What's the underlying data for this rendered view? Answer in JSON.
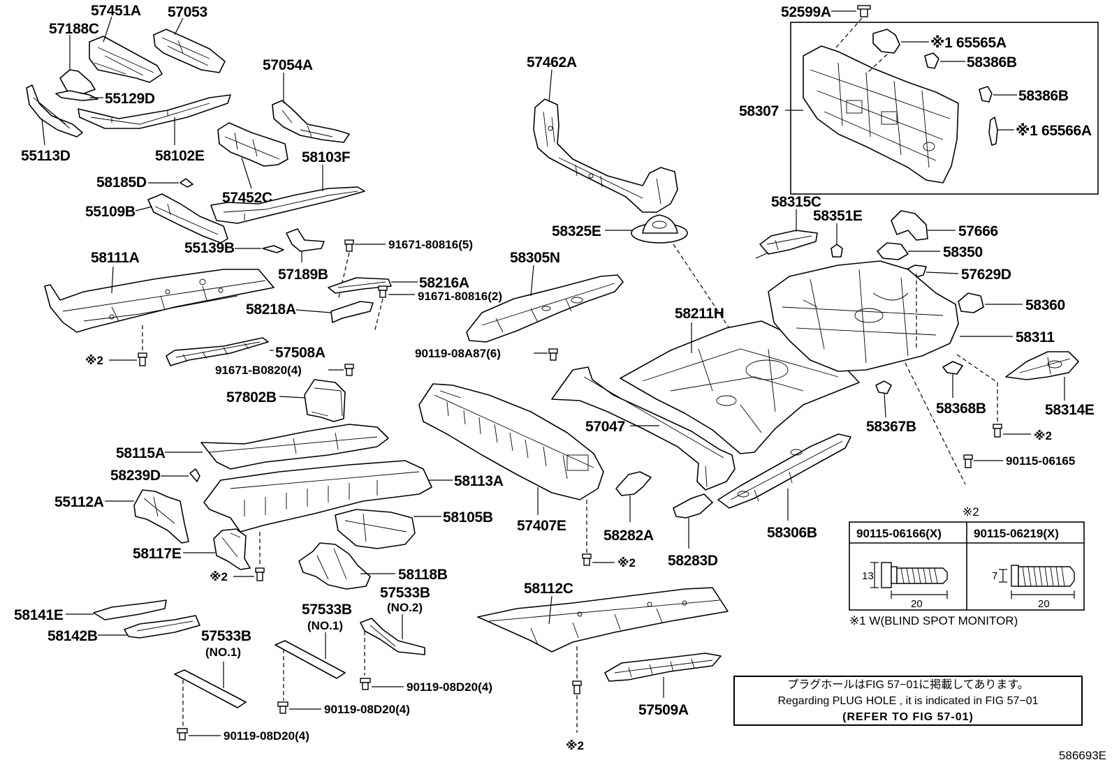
{
  "diagram": {
    "figure_code": "586693E",
    "parts": [
      {
        "id": "p57451A",
        "label": "57451A"
      },
      {
        "id": "p57053",
        "label": "57053"
      },
      {
        "id": "p57188C",
        "label": "57188C"
      },
      {
        "id": "p55129D",
        "label": "55129D"
      },
      {
        "id": "p55113D",
        "label": "55113D"
      },
      {
        "id": "p58102E",
        "label": "58102E"
      },
      {
        "id": "p57054A",
        "label": "57054A"
      },
      {
        "id": "p58103F",
        "label": "58103F"
      },
      {
        "id": "p57452C",
        "label": "57452C"
      },
      {
        "id": "p58185D",
        "label": "58185D"
      },
      {
        "id": "p55109B",
        "label": "55109B"
      },
      {
        "id": "p55139B",
        "label": "55139B"
      },
      {
        "id": "p57189B",
        "label": "57189B"
      },
      {
        "id": "p58111A",
        "label": "58111A"
      },
      {
        "id": "p91671a",
        "label": "91671-80816(5)"
      },
      {
        "id": "p58216A",
        "label": "58216A"
      },
      {
        "id": "p91671b",
        "label": "91671-80816(2)"
      },
      {
        "id": "p58218A",
        "label": "58218A"
      },
      {
        "id": "p57508A",
        "label": "57508A"
      },
      {
        "id": "p91671c",
        "label": "91671-B0820(4)"
      },
      {
        "id": "p57802B",
        "label": "57802B"
      },
      {
        "id": "p58115A",
        "label": "58115A"
      },
      {
        "id": "p58239D",
        "label": "58239D"
      },
      {
        "id": "p58113A",
        "label": "58113A"
      },
      {
        "id": "p55112A",
        "label": "55112A"
      },
      {
        "id": "p58105B",
        "label": "58105B"
      },
      {
        "id": "p58117E",
        "label": "58117E"
      },
      {
        "id": "p58118B",
        "label": "58118B"
      },
      {
        "id": "p58141E",
        "label": "58141E"
      },
      {
        "id": "p58142B",
        "label": "58142B"
      },
      {
        "id": "p57533B1",
        "label": "57533B"
      },
      {
        "id": "p57533B2",
        "label": "57533B"
      },
      {
        "id": "p57533B3",
        "label": "57533B"
      },
      {
        "id": "p90119a",
        "label": "90119-08D20(4)"
      },
      {
        "id": "p90119b",
        "label": "90119-08D20(4)"
      },
      {
        "id": "p90119c",
        "label": "90119-08D20(4)"
      },
      {
        "id": "p57462A",
        "label": "57462A"
      },
      {
        "id": "p58325E",
        "label": "58325E"
      },
      {
        "id": "p58305N",
        "label": "58305N"
      },
      {
        "id": "p90119d",
        "label": "90119-08A87(6)"
      },
      {
        "id": "p57407E",
        "label": "57407E"
      },
      {
        "id": "p58282A",
        "label": "58282A"
      },
      {
        "id": "p57047",
        "label": "57047"
      },
      {
        "id": "p58211H",
        "label": "58211H"
      },
      {
        "id": "p58283D",
        "label": "58283D"
      },
      {
        "id": "p58306B",
        "label": "58306B"
      },
      {
        "id": "p58112C",
        "label": "58112C"
      },
      {
        "id": "p57509A",
        "label": "57509A"
      },
      {
        "id": "p52599A",
        "label": "52599A"
      },
      {
        "id": "p65565A",
        "label": "※1 65565A"
      },
      {
        "id": "p58386B1",
        "label": "58386B"
      },
      {
        "id": "p58386B2",
        "label": "58386B"
      },
      {
        "id": "p58307",
        "label": "58307"
      },
      {
        "id": "p65566A",
        "label": "※1 65566A"
      },
      {
        "id": "p58315C",
        "label": "58315C"
      },
      {
        "id": "p58351E",
        "label": "58351E"
      },
      {
        "id": "p57666",
        "label": "57666"
      },
      {
        "id": "p58350",
        "label": "58350"
      },
      {
        "id": "p57629D",
        "label": "57629D"
      },
      {
        "id": "p58360",
        "label": "58360"
      },
      {
        "id": "p58311",
        "label": "58311"
      },
      {
        "id": "p58314E",
        "label": "58314E"
      },
      {
        "id": "p58368B",
        "label": "58368B"
      },
      {
        "id": "p58367B",
        "label": "58367B"
      },
      {
        "id": "p90115",
        "label": "90115-06165"
      }
    ],
    "star2_marker": "※2",
    "bolt_table": {
      "header": "※2",
      "col1": "90115-06166(X)",
      "col2": "90115-06219(X)",
      "dim1_h": "13",
      "dim1_w": "20",
      "dim2_h": "7",
      "dim2_w": "20"
    },
    "monitor_note": "※1 W(BLIND SPOT MONITOR)",
    "no1": "(NO.1)",
    "no2": "(NO.2)"
  },
  "note_box": {
    "line_jp": "プラグホールはFIG 57−01に掲載してあります。",
    "line_en": "Regarding PLUG HOLE , it is indicated in FIG 57−01",
    "line_ref": "(REFER TO FIG 57-01)"
  }
}
